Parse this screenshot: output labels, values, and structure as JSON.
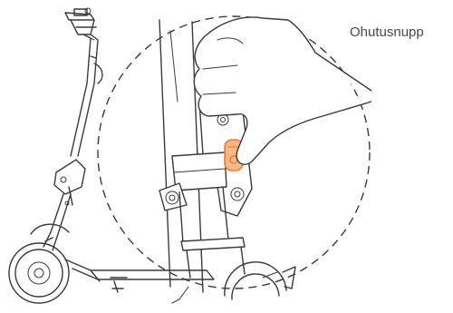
{
  "callout": {
    "label": "Ohutusnupp"
  },
  "colors": {
    "line": "#3a3a3a",
    "highlight": "#f07c2a",
    "highlight_fill": "#f7b98a",
    "background": "#ffffff"
  },
  "icons": [
    "kick-scooter-illustration",
    "magnified-folding-mechanism",
    "hand-pressing-button",
    "safety-button-highlight"
  ]
}
